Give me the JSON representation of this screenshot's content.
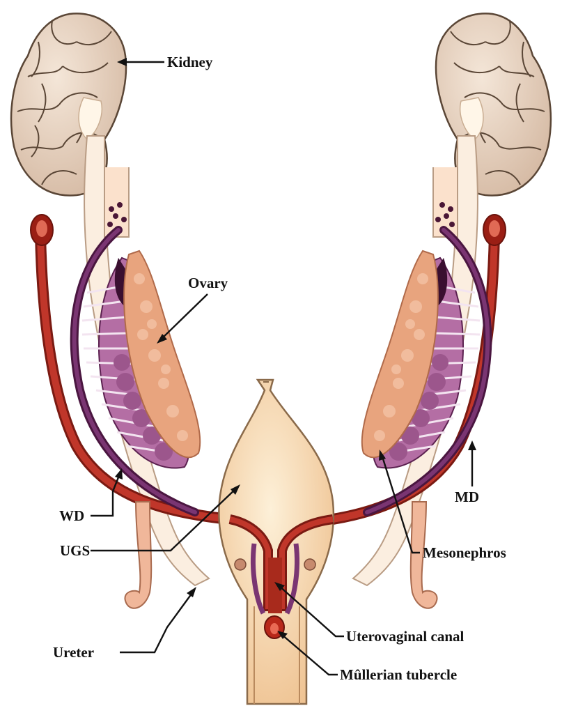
{
  "labels": {
    "kidney": "Kidney",
    "ovary": "Ovary",
    "wd": "WD",
    "md": "MD",
    "ugs": "UGS",
    "mesonephros": "Mesonephros",
    "ureter": "Ureter",
    "uterovaginal_canal": "Uterovaginal canal",
    "mullerian_tubercle": "Mûllerian tubercle"
  },
  "colors": {
    "kidney": "#e6d3c2",
    "kidney_outline": "#5a4636",
    "ureter": "#fbeee0",
    "mullerian_duct": "#b0281c",
    "wolffian_duct": "#5b2150",
    "mesonephros": "#b46ea4",
    "ovary": "#e8a47e",
    "ugs": "#f8ddb4",
    "skin_tube": "#f0b79a"
  }
}
